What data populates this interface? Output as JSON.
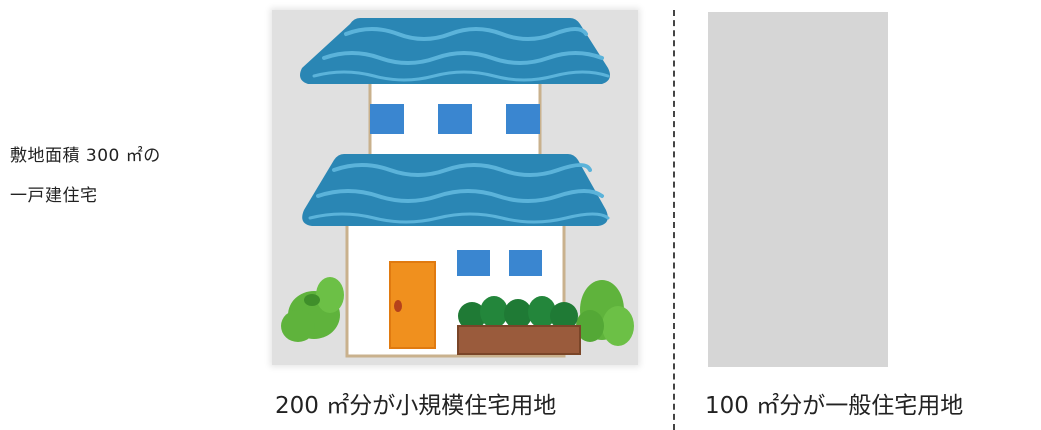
{
  "side_label": {
    "line1": "敷地面積 300 ㎡の",
    "line2": "一戸建住宅"
  },
  "captions": {
    "left": "200 ㎡分が小規模住宅用地",
    "right": "100 ㎡分が一般住宅用地"
  },
  "colors": {
    "roof": "#2a86b4",
    "roof_wave": "#5bb3da",
    "window": "#3a86d0",
    "door": "#f0901e",
    "bush": "#5fb33c",
    "hedge": "#1f7a35",
    "planter": "#9a5b3c",
    "panel_bg": "#e0e0e0",
    "right_rect": "#d6d6d6"
  }
}
